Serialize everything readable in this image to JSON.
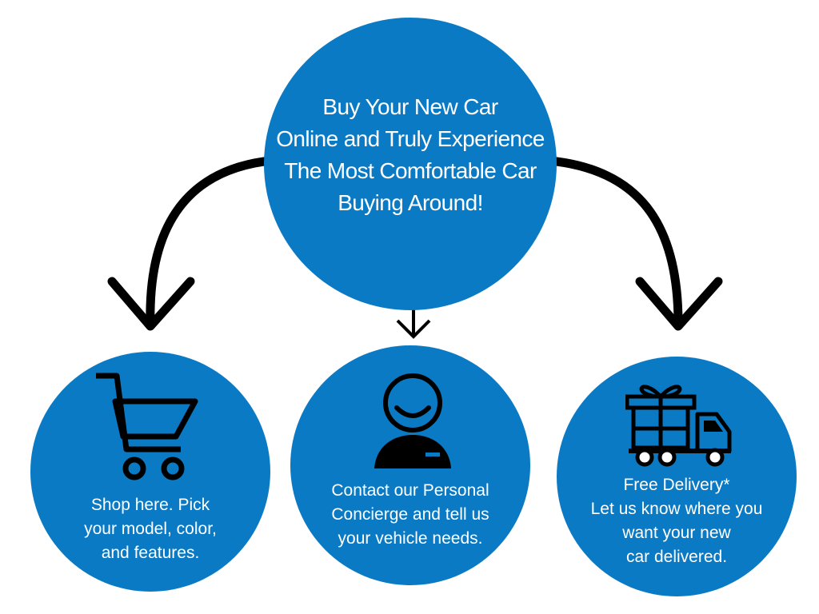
{
  "hub": {
    "lines": [
      "Buy Your New Car",
      "Online and Truly Experience",
      "The Most Comfortable Car",
      "Buying Around!"
    ]
  },
  "steps": [
    {
      "icon": "shopping-cart-icon",
      "lines": [
        "Shop here. Pick",
        "your model, color,",
        "and features."
      ]
    },
    {
      "icon": "concierge-person-icon",
      "lines": [
        "Contact our Personal",
        "Concierge and tell us",
        "your vehicle needs."
      ]
    },
    {
      "icon": "gift-truck-icon",
      "lines": [
        "Free Delivery*",
        "Let us know where you",
        "want your new",
        "car delivered."
      ]
    }
  ],
  "colors": {
    "circle": "#0a7ac4",
    "text": "#ffffff",
    "arrow": "#000000",
    "background": "#ffffff"
  }
}
